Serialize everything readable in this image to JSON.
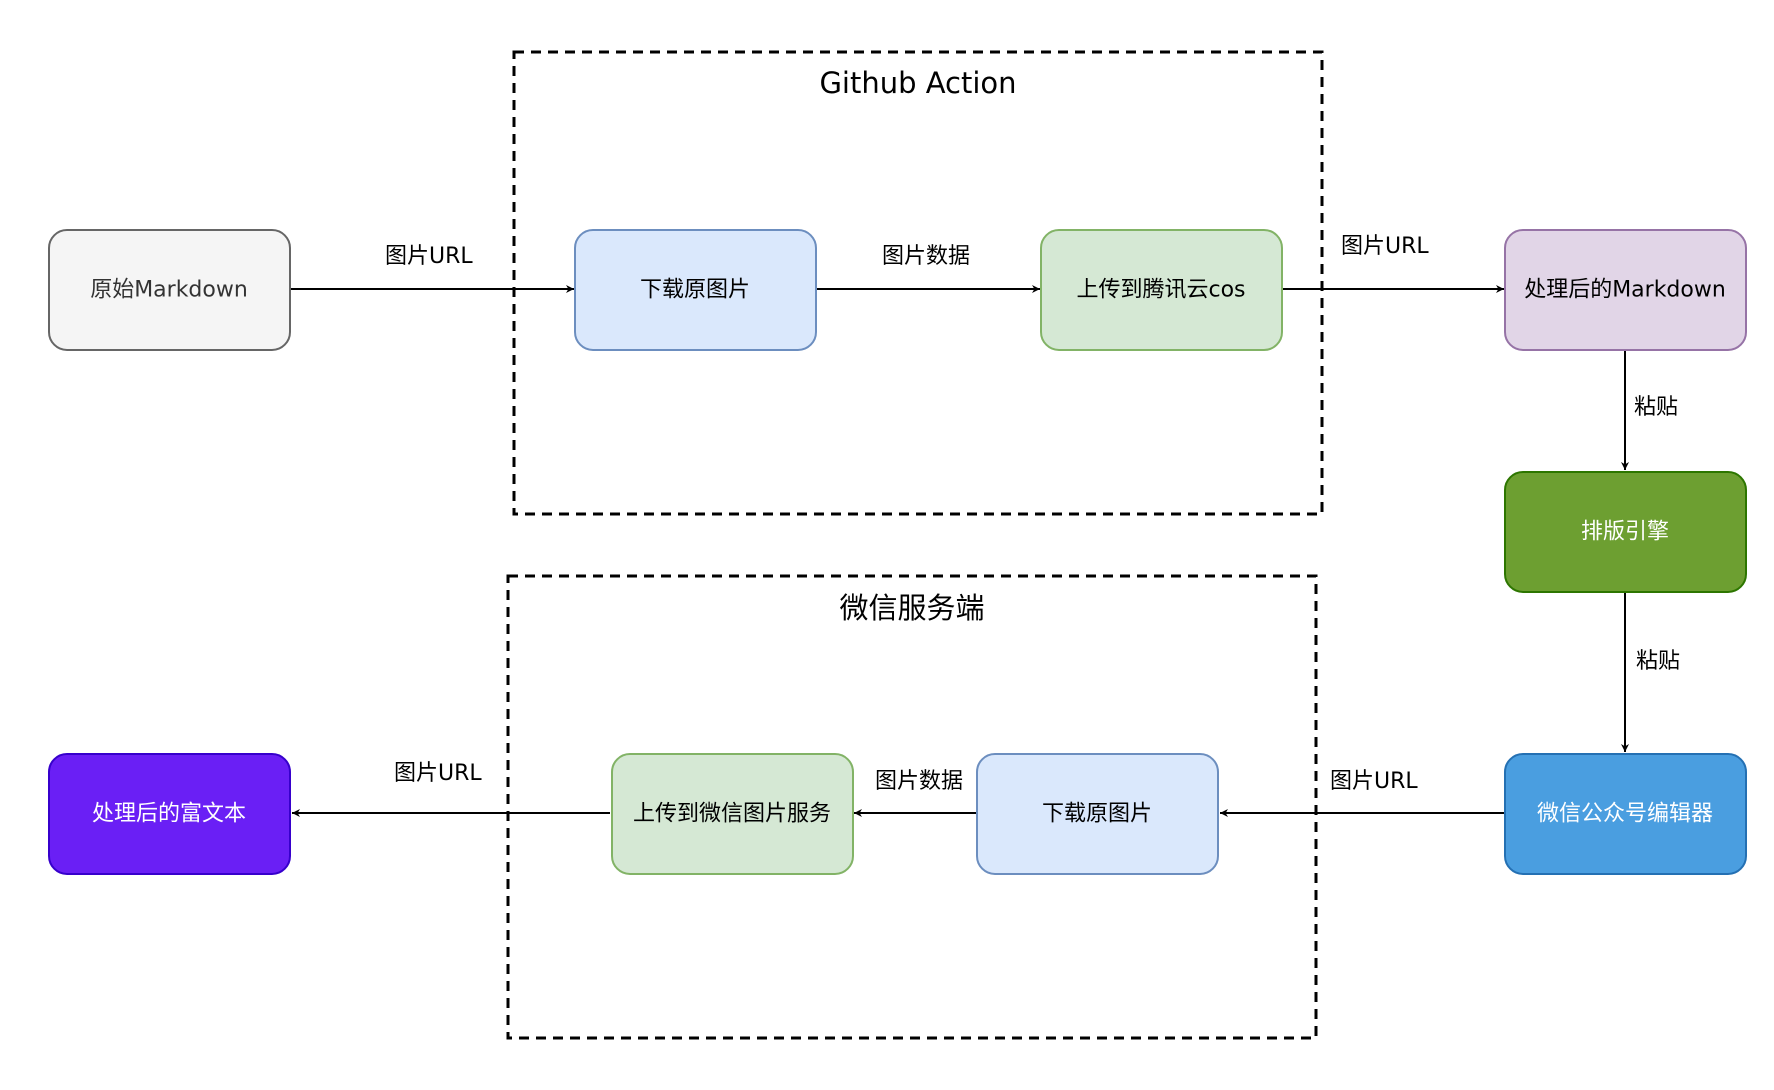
{
  "groups": {
    "github": {
      "title": "Github Action"
    },
    "wechat": {
      "title": "微信服务端"
    }
  },
  "nodes": {
    "raw_md": {
      "label": "原始Markdown",
      "fill": "#f5f5f5",
      "stroke": "#666666",
      "text": "#333333"
    },
    "download1": {
      "label": "下载原图片",
      "fill": "#dae8fc",
      "stroke": "#6c8ebf",
      "text": "#000000"
    },
    "upload_cos": {
      "label": "上传到腾讯云cos",
      "fill": "#d5e8d4",
      "stroke": "#82b366",
      "text": "#000000"
    },
    "processed_md": {
      "label": "处理后的Markdown",
      "fill": "#e1d5e7",
      "stroke": "#9673a6",
      "text": "#000000"
    },
    "engine": {
      "label": "排版引擎",
      "fill": "#6d9f31",
      "stroke": "#2d7600",
      "text": "#ffffff"
    },
    "wx_editor": {
      "label": "微信公众号编辑器",
      "fill": "#4a9ee0",
      "stroke": "#2470b3",
      "text": "#ffffff"
    },
    "download2": {
      "label": "下载原图片",
      "fill": "#dae8fc",
      "stroke": "#6c8ebf",
      "text": "#000000"
    },
    "upload_wx": {
      "label": "上传到微信图片服务",
      "fill": "#d5e8d4",
      "stroke": "#82b366",
      "text": "#000000"
    },
    "rich_text": {
      "label": "处理后的富文本",
      "fill": "#6a1ff5",
      "stroke": "#3700cc",
      "text": "#ffffff"
    }
  },
  "edges": {
    "e1": {
      "label": "图片URL"
    },
    "e2": {
      "label": "图片数据"
    },
    "e3": {
      "label": "图片URL"
    },
    "e4": {
      "label": "粘贴"
    },
    "e5": {
      "label": "粘贴"
    },
    "e6": {
      "label": "图片URL"
    },
    "e7": {
      "label": "图片数据"
    },
    "e8": {
      "label": "图片URL"
    }
  }
}
